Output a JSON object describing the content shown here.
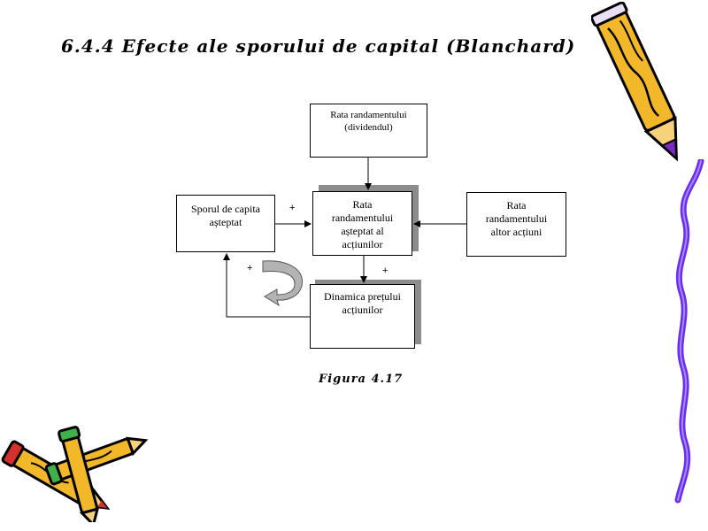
{
  "slide": {
    "title": "6.4.4 Efecte ale sporului de capital (Blanchard)",
    "caption": "Figura 4.17"
  },
  "diagram": {
    "boxes": {
      "dividend": {
        "line1": "Rata randamentului",
        "line2": "(dividendul)"
      },
      "expected_return": {
        "line1": "Rata",
        "line2": "randamentului",
        "line3": "așteptat al",
        "line4": "acțiunilor"
      },
      "capital_gain": {
        "line1": "Sporul de capita",
        "line2": "așteptat"
      },
      "other_stocks": {
        "line1": "Rata",
        "line2": "randamentului",
        "line3": "altor acțiuni"
      },
      "price_dynamics": {
        "line1": "Dinamica prețului",
        "line2": "acțiunilor"
      }
    },
    "signs": {
      "left_arrow": "+",
      "loop": "+",
      "down_arrow": "+"
    }
  },
  "decorations": {
    "pencil_top_right": "pencil-icon",
    "pencils_bottom_left": "crossed-pencils-icon",
    "purple_ribbon": "wavy-ribbon-icon",
    "colors": {
      "pencil_body": "#f2b82a",
      "pencil_outline": "#000000",
      "pencil_tip": "#7a2ac0",
      "ribbon": "#6a2cf0",
      "box_shadow": "#8c8c8c",
      "curved_arrow": "#b3b3b3"
    }
  }
}
